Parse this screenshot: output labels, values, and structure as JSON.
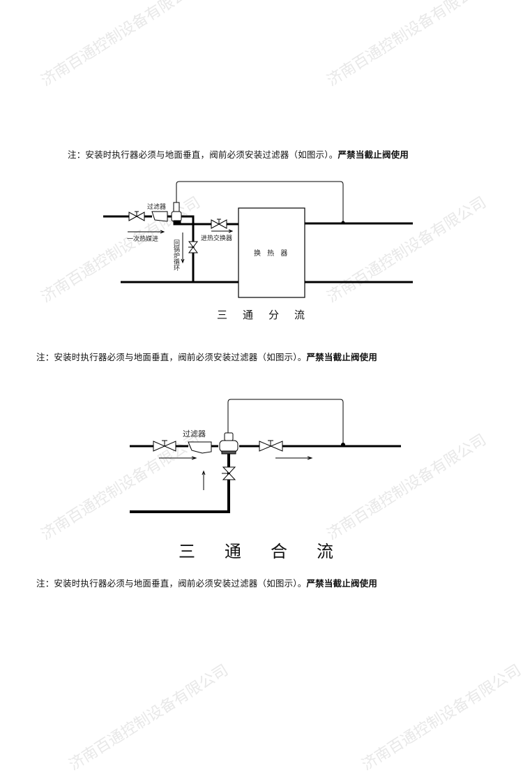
{
  "watermark": "济南百通控制设备有限公司",
  "note": {
    "text": "注：安装时执行器必须与地面垂直，阀前必须安装过滤器（如图示）。",
    "bold": "严禁当截止阀使用"
  },
  "diagram1": {
    "filter_label": "过滤器",
    "inlet_label": "一次热媒进",
    "to_exchanger_label": "进热交换器",
    "return_label": "回锅炉循环",
    "exchanger_label": "换 热 器",
    "caption": "三通分流"
  },
  "diagram2": {
    "filter_label": "过滤器",
    "caption": "三通合流"
  }
}
